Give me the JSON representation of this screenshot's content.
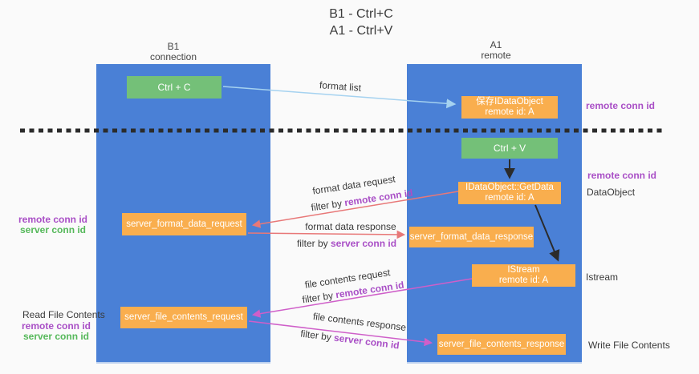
{
  "title": {
    "line1": "B1 - Ctrl+C",
    "line2": "A1 - Ctrl+V"
  },
  "columns": {
    "left": {
      "name": "B1",
      "role": "connection"
    },
    "right": {
      "name": "A1",
      "role": "remote"
    }
  },
  "nodes": {
    "ctrl_c": {
      "label": "Ctrl + C"
    },
    "ctrl_v": {
      "label": "Ctrl + V"
    },
    "save_dataobject": {
      "line1": "保存IDataObject",
      "line2": "remote id: A"
    },
    "getdata": {
      "line1": "IDataObject::GetData",
      "line2": "remote id: A"
    },
    "istream": {
      "line1": "IStream",
      "line2": "remote id: A"
    },
    "server_format_data_request": {
      "label": "server_format_data_request"
    },
    "server_format_data_response": {
      "label": "server_format_data_response"
    },
    "server_file_contents_request": {
      "label": "server_file_contents_request"
    },
    "server_file_contents_response": {
      "label": "server_file_contents_response"
    }
  },
  "flow_labels": {
    "format_list": "format list",
    "format_data_request": "format data request",
    "format_data_request_filter": {
      "prefix": "filter by ",
      "value": "remote conn id"
    },
    "format_data_response": "format data response",
    "format_data_response_filter": {
      "prefix": "filter by ",
      "value": "server conn id"
    },
    "file_contents_request": "file contents request",
    "file_contents_request_filter": {
      "prefix": "filter by ",
      "value": "remote conn id"
    },
    "file_contents_response": "file contents response",
    "file_contents_response_filter": {
      "prefix": "filter by ",
      "value": "server conn id"
    }
  },
  "side_labels": {
    "right_remote_conn_top": "remote conn id",
    "right_remote_conn_mid": "remote conn id",
    "right_dataobject": "DataObject",
    "right_istream": "Istream",
    "right_write_file": "Write File Contents",
    "left_remote_conn_top": "remote conn id",
    "left_server_conn_top": "server conn id",
    "left_read_file": "Read File Contents",
    "left_remote_conn_bottom": "remote conn id",
    "left_server_conn_bottom": "server conn id"
  },
  "colors": {
    "column_blue": "#4a80d6",
    "box_orange": "#f9ae4e",
    "box_green": "#74c078",
    "label_purple": "#a94fc6",
    "label_green": "#55b85a",
    "arrow_red": "#e87878",
    "arrow_magenta": "#cf5fc9",
    "arrow_lightblue": "#a5d2f0",
    "arrow_black": "#2b2b2b"
  }
}
